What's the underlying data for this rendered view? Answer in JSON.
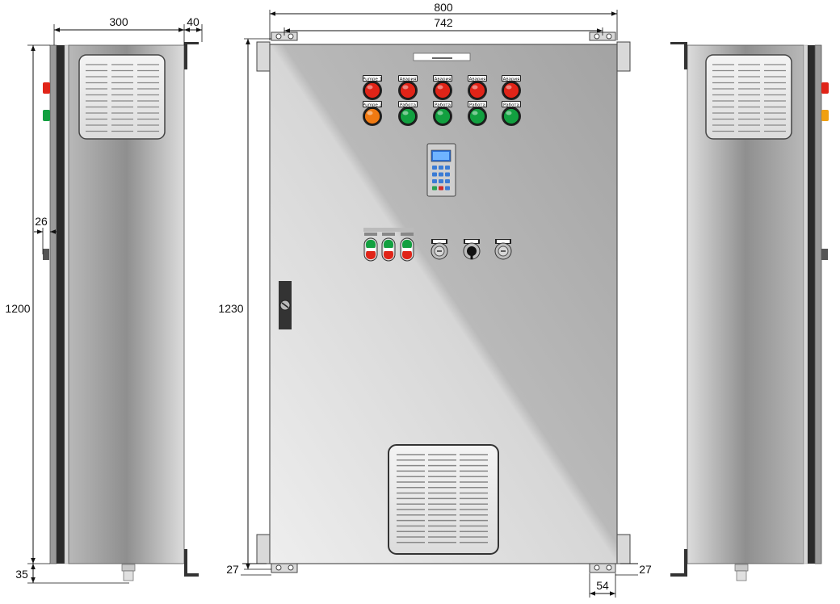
{
  "dimensions": {
    "side_width": "300",
    "mount_depth": "40",
    "side_height": "1200",
    "side_offset": "26",
    "side_base": "35",
    "front_width": "800",
    "door_width": "742",
    "front_height": "1230",
    "foot_left": "27",
    "foot_right": "27",
    "foot_width": "54"
  },
  "front_panel": {
    "pilot_lights_row1": [
      {
        "label": "Pumpe 1",
        "color": "#e02418"
      },
      {
        "label": "Авария",
        "color": "#e02418"
      },
      {
        "label": "Авария",
        "color": "#e02418"
      },
      {
        "label": "Авария",
        "color": "#e02418"
      },
      {
        "label": "Авария",
        "color": "#e02418"
      }
    ],
    "pilot_lights_row2": [
      {
        "label": "Pumpe 2",
        "color": "#f07a12"
      },
      {
        "label": "Работа",
        "color": "#12a040"
      },
      {
        "label": "Работа",
        "color": "#12a040"
      },
      {
        "label": "Работа",
        "color": "#12a040"
      },
      {
        "label": "Работа",
        "color": "#12a040"
      }
    ],
    "pushbuttons": [
      {
        "color_top": "#12a040",
        "color_bottom": "#e02418"
      },
      {
        "color_top": "#12a040",
        "color_bottom": "#e02418"
      },
      {
        "color_top": "#12a040",
        "color_bottom": "#e02418"
      }
    ],
    "selector_switches": [
      "selector-switch-icon",
      "key-switch-icon",
      "potentiometer-icon"
    ],
    "controller": "hmi-keypad-icon"
  },
  "side_left": {
    "lamps": [
      {
        "color": "#e02418"
      },
      {
        "color": "#12a040"
      }
    ]
  },
  "side_right": {
    "lamps": [
      {
        "color": "#e02418"
      },
      {
        "color": "#f0a010"
      }
    ]
  }
}
